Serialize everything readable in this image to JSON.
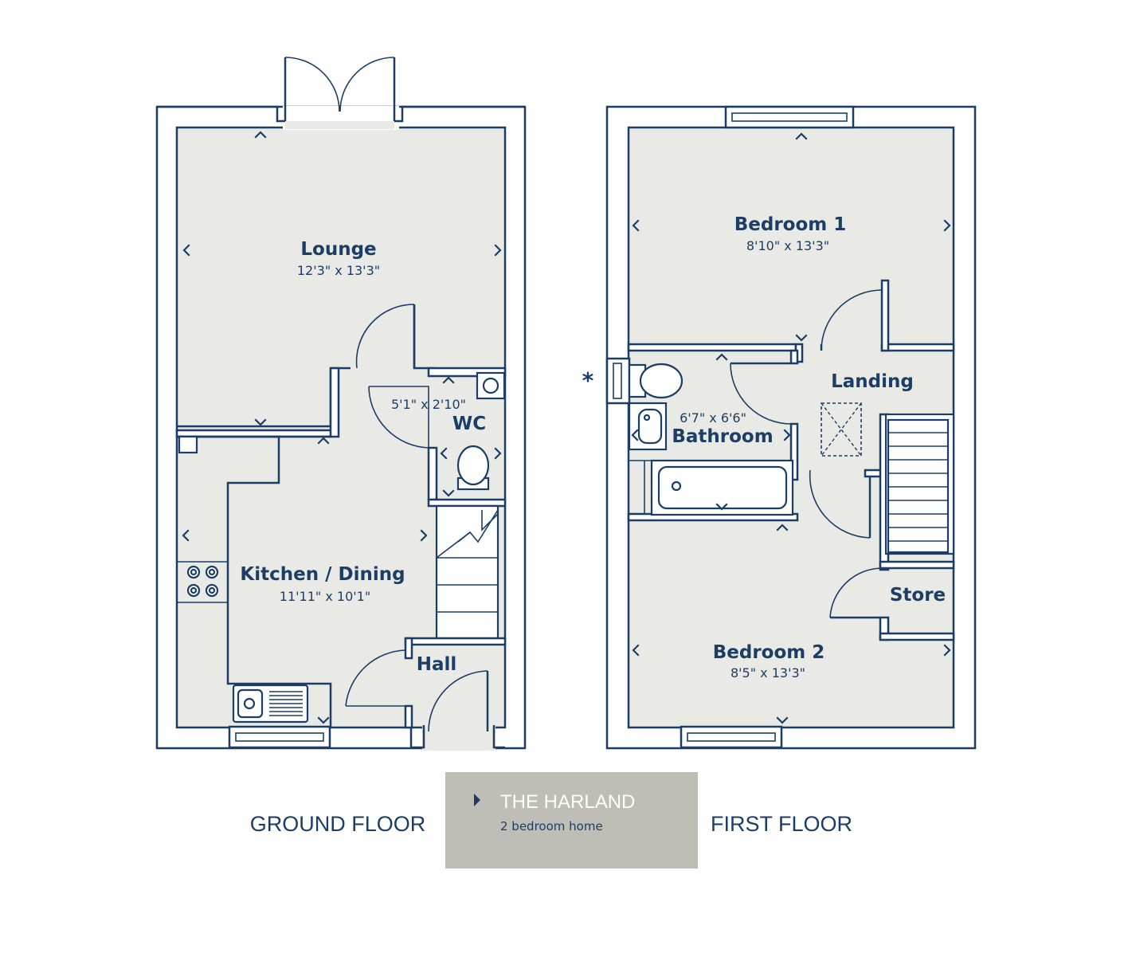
{
  "colors": {
    "line": "#1c3e66",
    "floor": "#e9eae5",
    "panel": "#bebdb6"
  },
  "rooms": {
    "lounge": {
      "name": "Lounge",
      "dims": "12'3\" x 13'3\""
    },
    "kitchen": {
      "name": "Kitchen / Dining",
      "dims": "11'11\" x 10'1\""
    },
    "wc": {
      "name": "WC",
      "dims": "5'1\" x 2'10\""
    },
    "hall": {
      "name": "Hall"
    },
    "bedroom1": {
      "name": "Bedroom 1",
      "dims": "8'10\" x 13'3\""
    },
    "landing": {
      "name": "Landing"
    },
    "bathroom": {
      "name": "Bathroom",
      "dims": "6'7\" x 6'6\""
    },
    "store": {
      "name": "Store"
    },
    "bedroom2": {
      "name": "Bedroom 2",
      "dims": "8'5\" x 13'3\""
    }
  },
  "labels": {
    "ground_floor": "GROUND FLOOR",
    "first_floor": "FIRST FLOOR",
    "asterisk": "*"
  },
  "title_panel": {
    "icon": "play-triangle-icon",
    "name": "THE HARLAND",
    "subtitle": "2 bedroom home"
  }
}
